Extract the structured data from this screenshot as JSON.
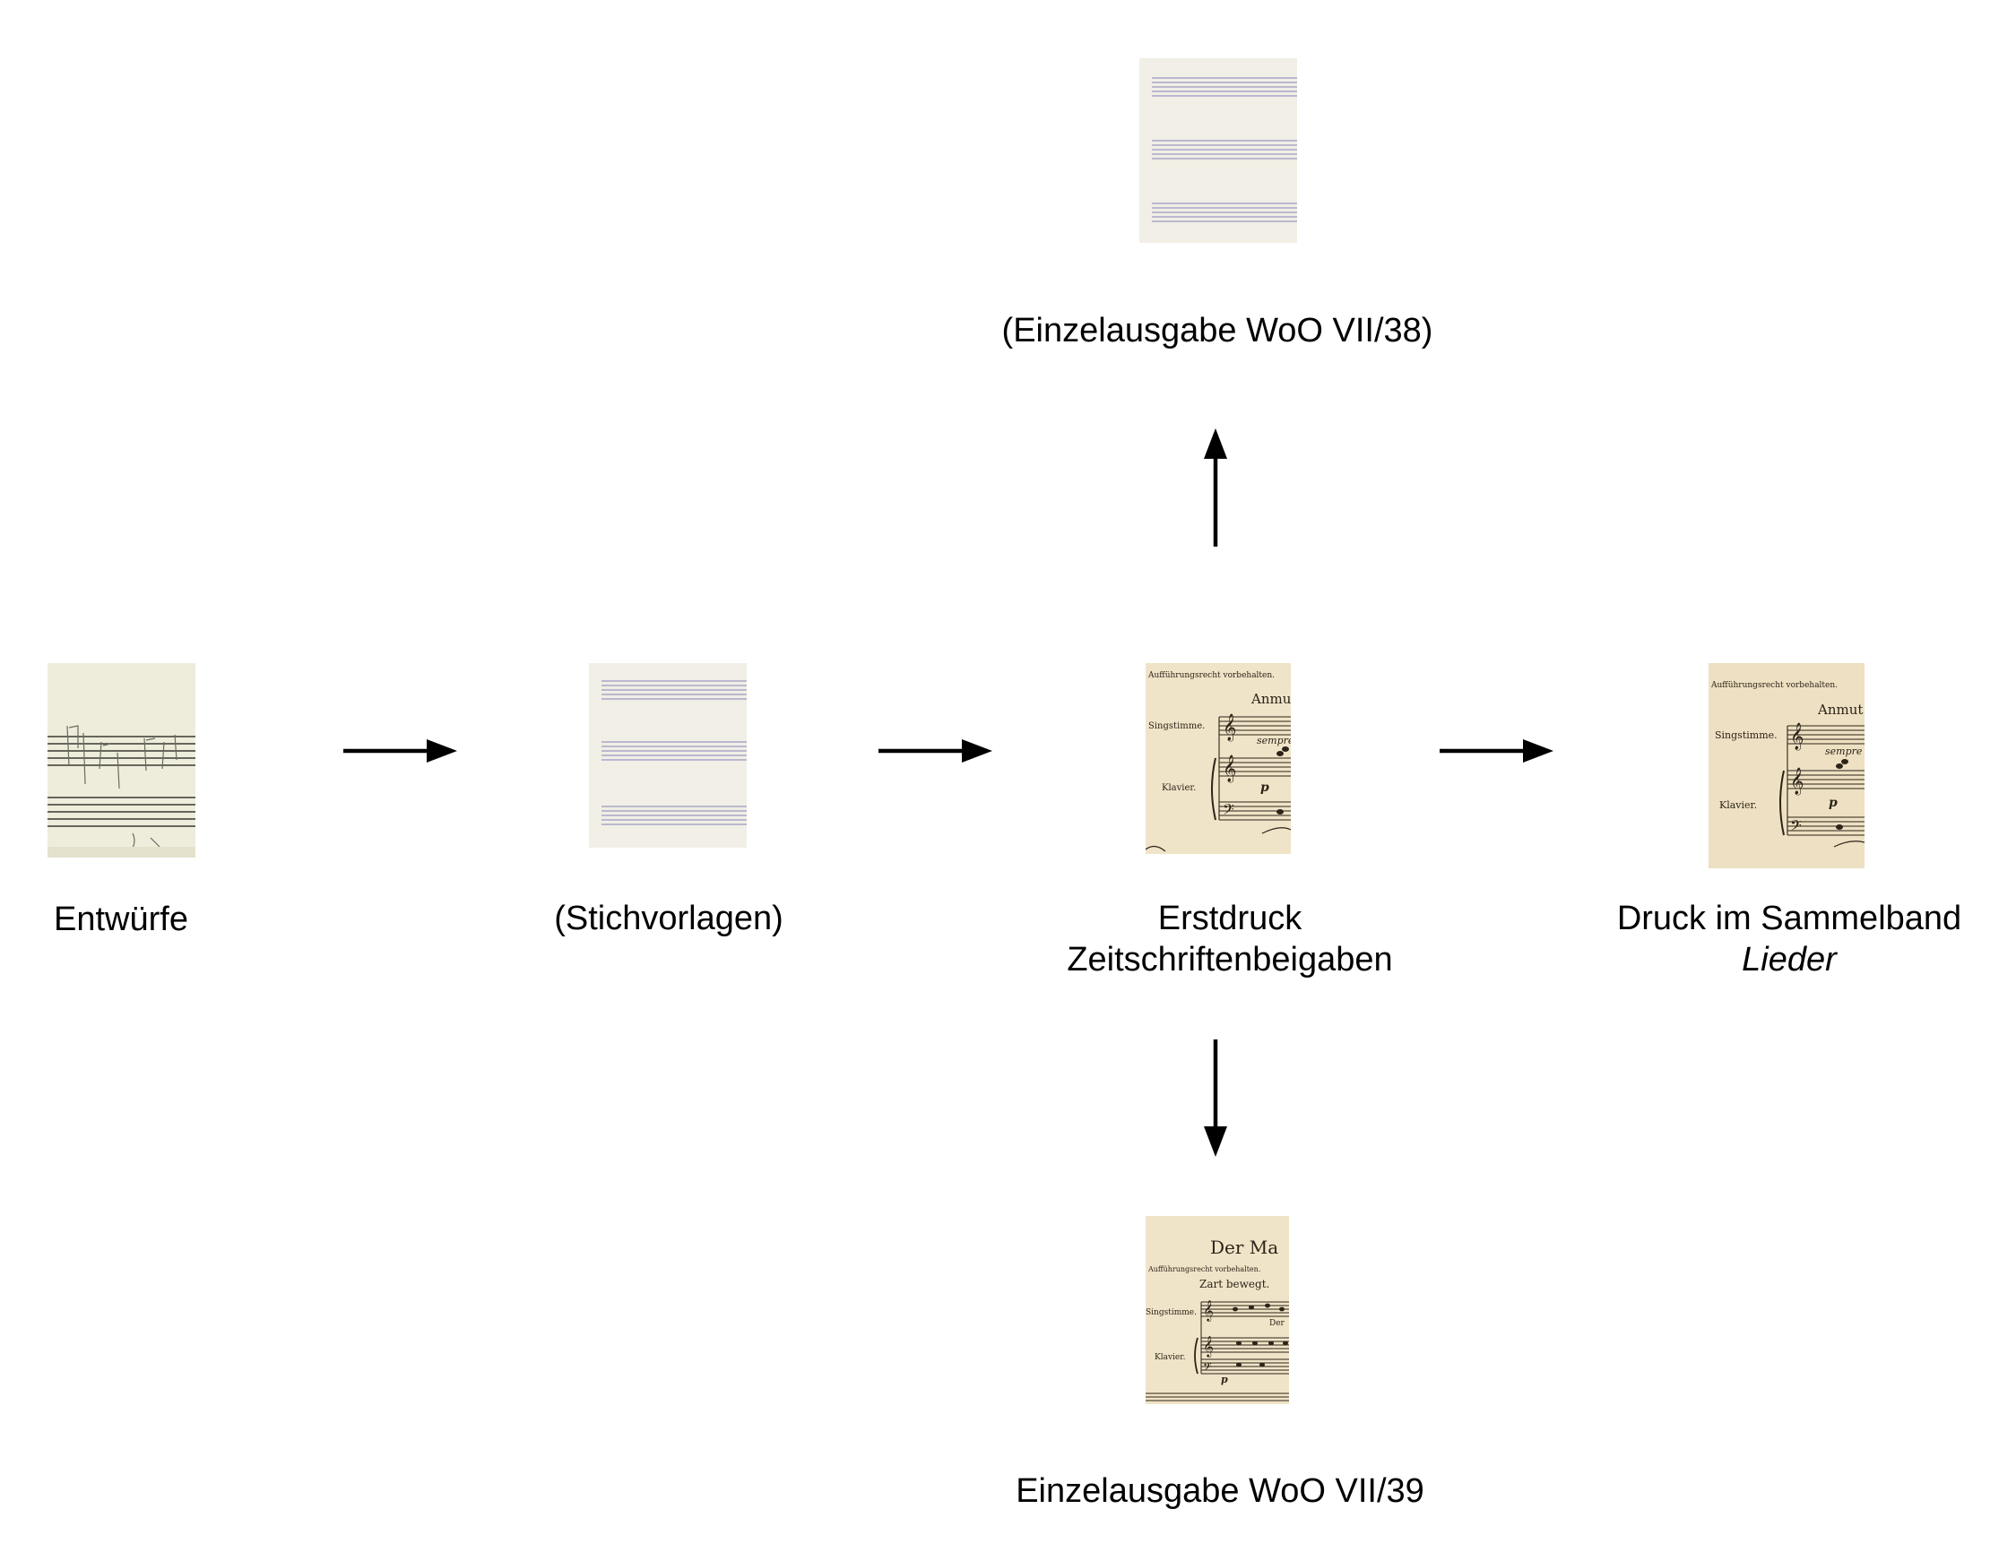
{
  "nodes": {
    "entwuerfe": {
      "lines": [
        "Entwürfe"
      ],
      "thumb": "sketch-manuscript-thumbnail"
    },
    "stichvorlagen": {
      "lines": [
        "(Stichvorlagen)"
      ],
      "thumb": "blank-staff-paper-thumbnail"
    },
    "erstdruck": {
      "lines": [
        "Erstdruck",
        "Zeitschriftenbeigaben"
      ],
      "thumb": "printed-score-thumbnail",
      "thumb_text": {
        "header": "Aufführungsrecht vorbehalten.",
        "tempo": "Anmut",
        "voice": "Singstimme.",
        "piano": "Klavier.",
        "expr": "sempre",
        "dyn": "p"
      }
    },
    "sammelband": {
      "lines": [
        "Druck im Sammelband"
      ],
      "italic": "Lieder",
      "thumb": "printed-score-thumbnail",
      "thumb_text": {
        "header": "Aufführungsrecht vorbehalten.",
        "tempo": "Anmut",
        "voice": "Singstimme.",
        "piano": "Klavier.",
        "expr": "sempre",
        "dyn": "p"
      }
    },
    "woo38": {
      "lines": [
        "(Einzelausgabe WoO VII/38)"
      ],
      "thumb": "blank-staff-paper-thumbnail"
    },
    "woo39": {
      "lines": [
        "Einzelausgabe WoO VII/39"
      ],
      "thumb": "printed-score-thumbnail",
      "thumb_text": {
        "title": "Der Ma",
        "header": "Aufführungsrecht vorbehalten.",
        "tempo": "Zart bewegt.",
        "voice": "Singstimme.",
        "piano": "Klavier.",
        "lyric": "Der",
        "dyn": "p"
      }
    }
  },
  "colors": {
    "arrow": "#000000",
    "paper_blank": "#f1efe6",
    "staff_blue": "#a9a6c7",
    "paper_sketch": "#eeeddc",
    "paper_print": "#f0e4c8",
    "ink": "#2b2418"
  }
}
